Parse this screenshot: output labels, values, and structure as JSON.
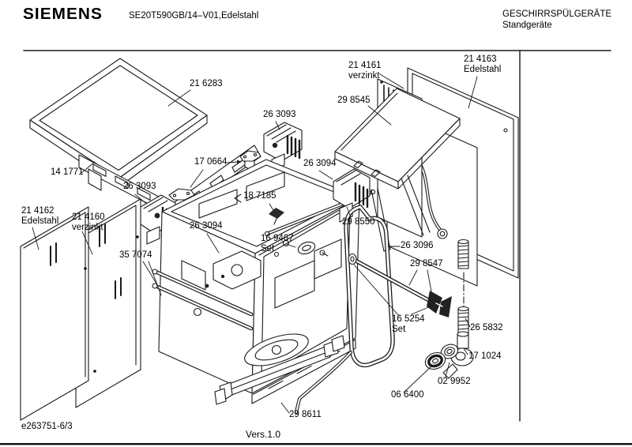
{
  "header": {
    "brand": "SIEMENS",
    "model": "SE20T590GB/14–V01,Edelstahl",
    "category": "GESCHIRRSPÜLGERÄTE",
    "subcategory": "Standgeräte"
  },
  "footer": {
    "document_number": "e263751-6/3",
    "version": "Vers.1.0"
  },
  "colors": {
    "line": "#1a1a1a",
    "text": "#000000",
    "background": "#ffffff"
  },
  "labels": {
    "l216283": {
      "text": "21 6283"
    },
    "l141771": {
      "text": "14 1771"
    },
    "l263093a": {
      "text": "26 3093"
    },
    "l263093b": {
      "text": "26 3093"
    },
    "l170664": {
      "text": "17 0664"
    },
    "l187185": {
      "text": "18 7185"
    },
    "l263094a": {
      "text": "26 3094"
    },
    "l263094b": {
      "text": "26 3094"
    },
    "l298545": {
      "text": "29 8545"
    },
    "l214161": {
      "text": "21 4161",
      "sub": "verzinkt"
    },
    "l214163": {
      "text": "21 4163",
      "sub": "Edelstahl"
    },
    "l214162": {
      "text": "21 4162",
      "sub": "Edelstahl"
    },
    "l214160": {
      "text": "21 4160",
      "sub": "verzinkt"
    },
    "l357074": {
      "text": "35 7074"
    },
    "l169467": {
      "text": "16 9467",
      "sub": "Set"
    },
    "l298550": {
      "text": "29 8550"
    },
    "l263096": {
      "text": "26 3096"
    },
    "l298547": {
      "text": "29 8547"
    },
    "l165254": {
      "text": "16 5254",
      "sub": "Set"
    },
    "l265832": {
      "text": "26 5832"
    },
    "l171024": {
      "text": "17 1024"
    },
    "l029952": {
      "text": "02 9952"
    },
    "l066400": {
      "text": "06 6400"
    },
    "l298611": {
      "text": "29 8611"
    }
  }
}
